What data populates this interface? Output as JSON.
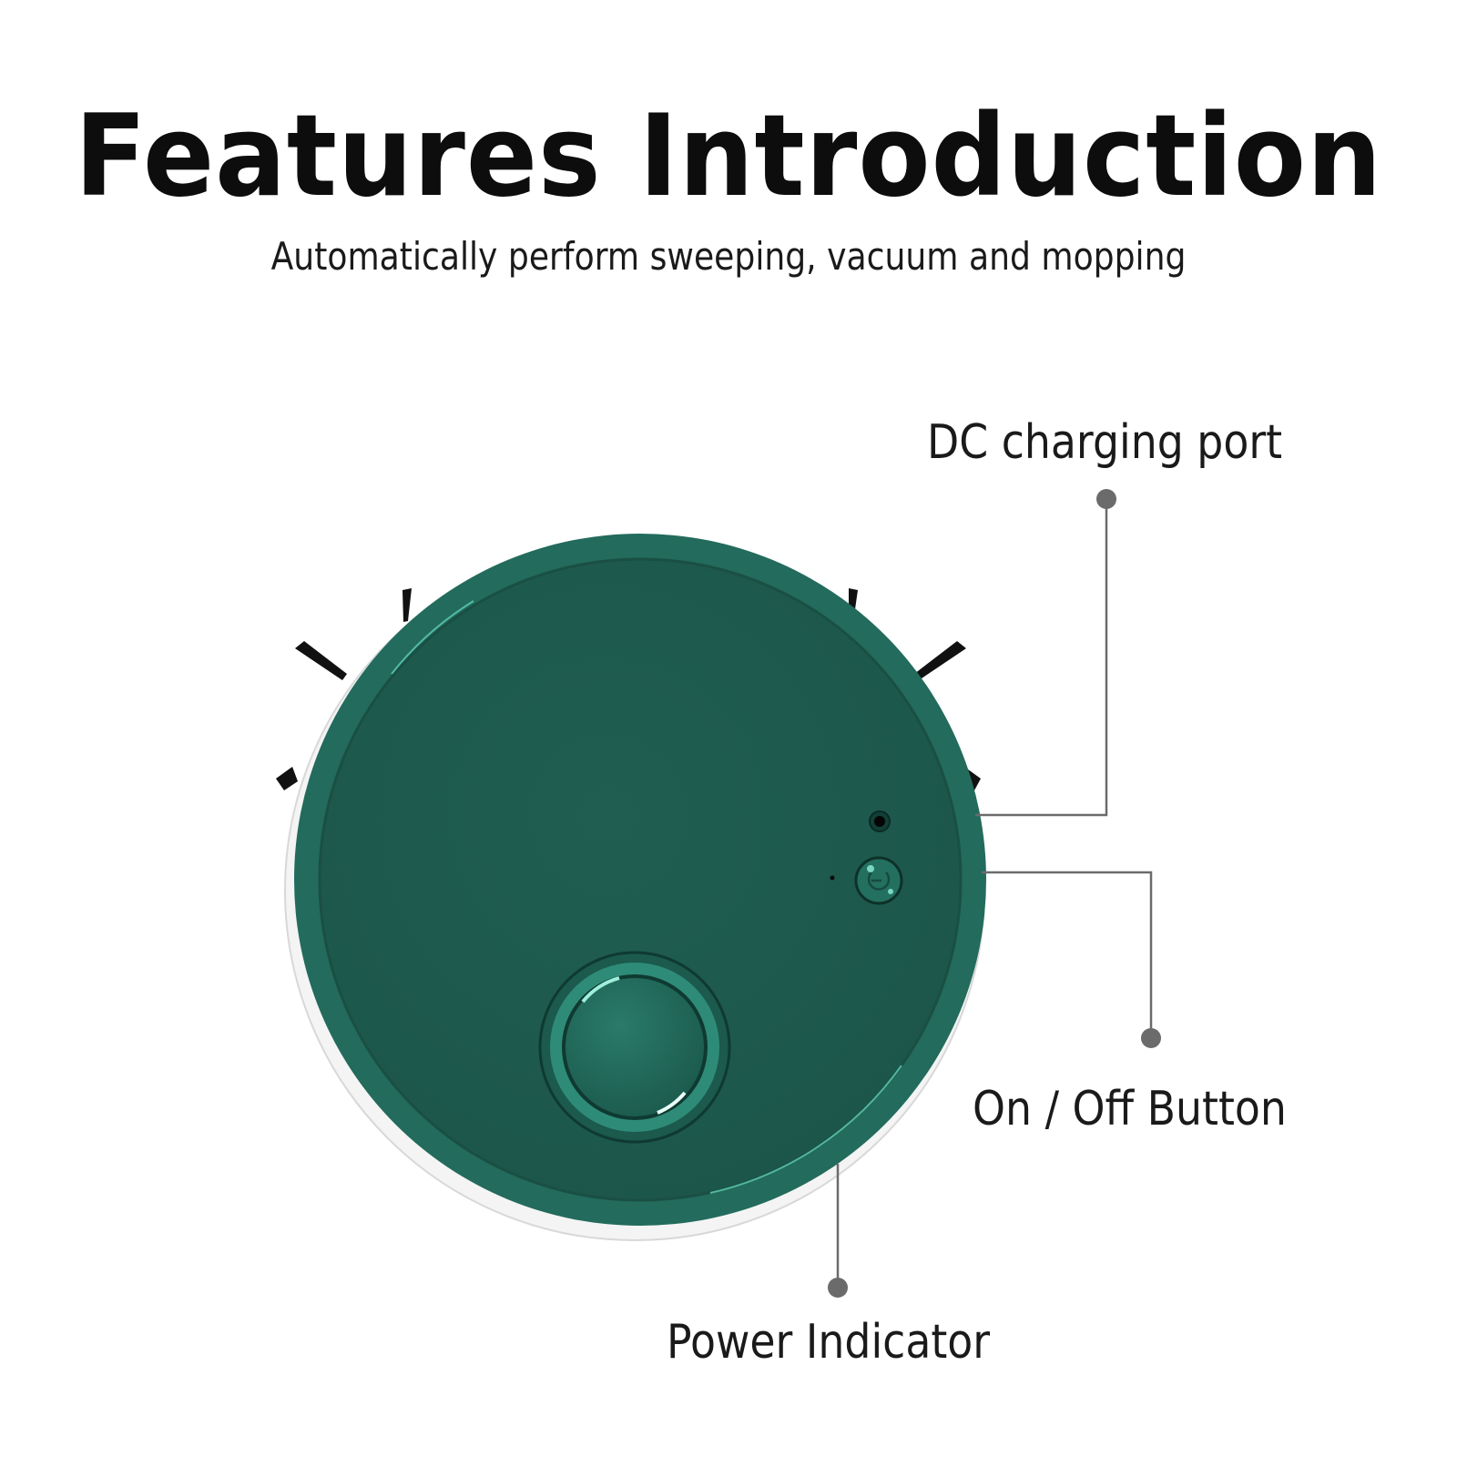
{
  "header": {
    "title": "Features Introduction",
    "subtitle": "Automatically perform sweeping, vacuum and mopping"
  },
  "product": {
    "name": "robot-vacuum",
    "body_color": "#1f5c50",
    "rim_color": "#236b5c",
    "highlight_color": "#5fd0b8"
  },
  "callouts": [
    {
      "id": "dc-charging-port",
      "label": "DC charging port"
    },
    {
      "id": "on-off-button",
      "label": "On / Off Button"
    },
    {
      "id": "power-indicator",
      "label": "Power Indicator"
    }
  ],
  "leader_line_color": "#6b6b6b"
}
